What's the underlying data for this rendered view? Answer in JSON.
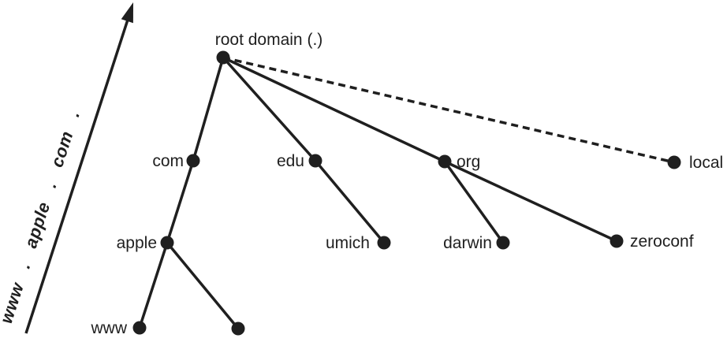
{
  "diagram": {
    "description": "DNS domain name hierarchy tree",
    "background_color": "#ffffff",
    "ink_color": "#1f1f1f",
    "arrow_label": "www . apple . com .",
    "nodes": {
      "root": {
        "label": "root domain (.)"
      },
      "com": {
        "label": "com"
      },
      "edu": {
        "label": "edu"
      },
      "org": {
        "label": "org"
      },
      "local": {
        "label": "local"
      },
      "apple": {
        "label": "apple"
      },
      "www": {
        "label": "www"
      },
      "unnamed_host": {
        "label": ""
      },
      "umich": {
        "label": "umich"
      },
      "darwin": {
        "label": "darwin"
      },
      "zeroconf": {
        "label": "zeroconf"
      }
    },
    "edges": [
      {
        "from": "root",
        "to": "com",
        "style": "solid"
      },
      {
        "from": "root",
        "to": "edu",
        "style": "solid"
      },
      {
        "from": "root",
        "to": "org",
        "style": "solid"
      },
      {
        "from": "root",
        "to": "local",
        "style": "dashed"
      },
      {
        "from": "com",
        "to": "apple",
        "style": "solid"
      },
      {
        "from": "apple",
        "to": "www",
        "style": "solid"
      },
      {
        "from": "apple",
        "to": "unnamed_host",
        "style": "solid"
      },
      {
        "from": "edu",
        "to": "umich",
        "style": "solid"
      },
      {
        "from": "org",
        "to": "darwin",
        "style": "solid"
      },
      {
        "from": "org",
        "to": "zeroconf",
        "style": "solid"
      }
    ]
  }
}
